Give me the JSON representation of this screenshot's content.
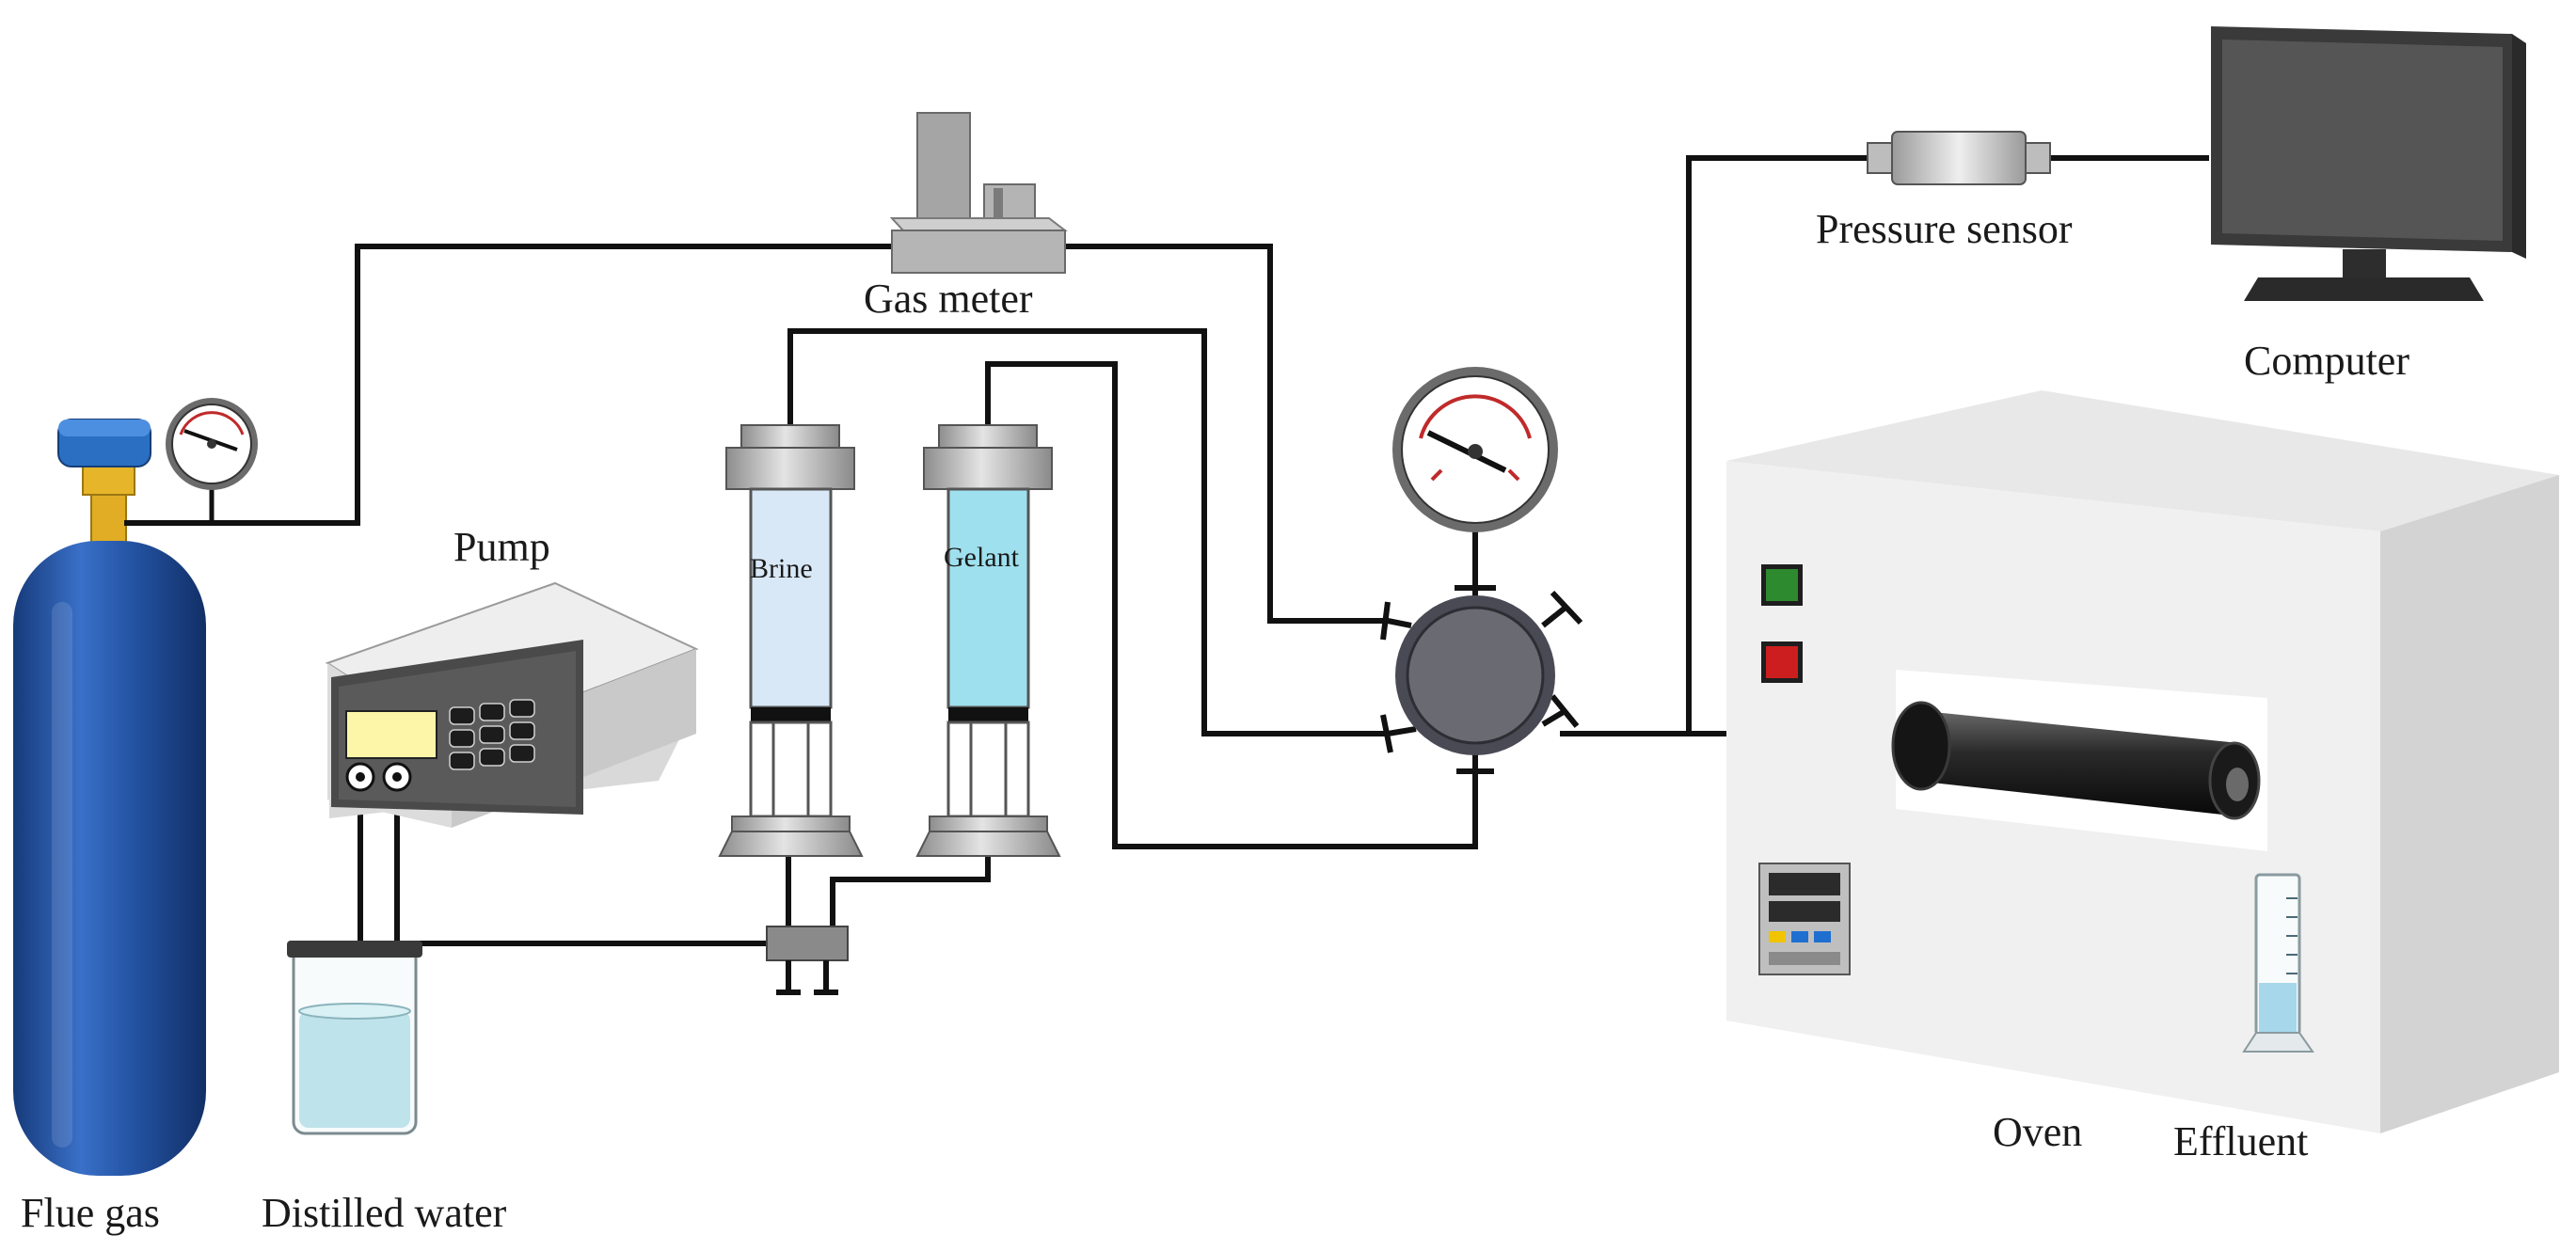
{
  "labels": {
    "flue_gas": "Flue gas",
    "distilled_water": "Distilled water",
    "pump": "Pump",
    "brine": "Brine",
    "gelant": "Gelant",
    "gas_meter": "Gas meter",
    "pressure_sensor": "Pressure sensor",
    "computer": "Computer",
    "oven": "Oven",
    "effluent": "Effluent"
  },
  "colors": {
    "cylinder": "#1f4fa0",
    "brine_fill": "#d8e8f6",
    "gelant_fill": "#9fe0ee",
    "oven_body": "#efefef",
    "button_green": "#2e8a2e",
    "button_red": "#cc1e1e",
    "water": "#bfe3ea"
  }
}
